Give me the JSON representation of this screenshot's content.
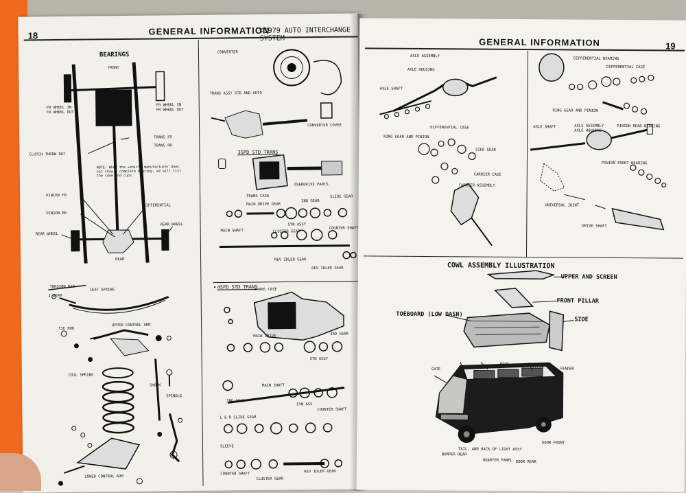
{
  "left_page": {
    "page_number": "18",
    "header": "GENERAL INFORMATION",
    "copyright": "©1979 AUTO INTERCHANGE SYSTEM",
    "bearings_diagram": {
      "title": "BEARINGS",
      "labels": {
        "front": "FRONT",
        "fr_wheel_in_left": "FR WHEEL IN",
        "fr_wheel_out_left": "FR WHEEL OUT",
        "fr_wheel_in_right": "FR WHEEL IN",
        "fr_wheel_out_right": "FR WHEEL OUT",
        "trans_fr": "TRANS FR",
        "trans_rr": "TRANS RR",
        "clutch_throw_out": "CLUTCH THROW OUT",
        "note": "NOTE: When the vehicle manufacturer does not show a complete bearing, we will list the cone and cups.",
        "pinion_fr": "PINION FR",
        "pinion_rr": "PINION RR",
        "differential": "DIFFERENTIAL",
        "rear_wheel_left": "REAR WHEEL",
        "rear_wheel_right": "REAR WHEEL",
        "rear": "REAR"
      }
    },
    "suspension_diagram": {
      "labels": {
        "torsion_bar": "TORSION BAR",
        "leaf_spring": "LEAF SPRING",
        "i_beam": "I BEAM",
        "upper_control_arm": "UPPER CONTROL ARM",
        "tie_rod": "TIE ROD",
        "coil_spring": "COIL SPRING",
        "shock": "SHOCK",
        "spindle": "SPINDLE",
        "lower_control_arm": "LOWER CONTROL ARM"
      }
    },
    "transmission_diagram": {
      "labels": {
        "converter": "CONVERTER",
        "trans_assy": "TRANS ASSY STD AND AUTO",
        "converter_cover": "CONVERTER COVER",
        "three_spd": "3SPD STD TRANS",
        "trans_case_1": "TRANS CASE",
        "overdrive_parts": "OVERDRIVE PARTS",
        "main_drive_gear": "MAIN DRIVE GEAR",
        "second_gear_1": "2ND GEAR",
        "slide_gear": "SLIDE GEAR",
        "syn_assy_1": "SYN ASSY",
        "main_shaft_1": "MAIN SHAFT",
        "cluster_gear_1": "CLUSTER GEAR",
        "counter_shaft_1": "COUNTER SHAFT",
        "rev_idler_gear_1": "REV IDLER GEAR",
        "rev_idler_gear_2": "REV IDLER GEAR",
        "four_spd": "4SPD STD TRANS",
        "trans_case_2": "TRANS CASE",
        "main_drive": "MAIN DRIVE",
        "third_gear": "3RD GEAR",
        "syn_assy_2": "SYN ASSY",
        "main_shaft_2": "MAIN SHAFT",
        "second_gear_2": "2ND GEAR",
        "syn_ass": "SYN ASS",
        "counter_shaft_2": "COUNTER SHAFT",
        "l_r_slide_gear": "L & R SLIDE GEAR",
        "sleeve": "SLEEVE",
        "counter_shaft_3": "COUNTER SHAFT",
        "cluster_gear_2": "CLUSTER GEAR",
        "rev_idler_gear_3": "REV IDLER GEAR"
      }
    }
  },
  "right_page": {
    "page_number": "19",
    "header": "GENERAL INFORMATION",
    "axle_left": {
      "labels": {
        "axle_assembly": "AXLE ASSEMBLY",
        "axle_housing": "AXLE HOUSING",
        "axle_shaft": "AXLE SHAFT",
        "differential_case": "DIFFERENTIAL CASE",
        "ring_gear_and_pinion": "RING GEAR AND PINION",
        "side_gear": "SIDE GEAR",
        "carrier_case": "CARRIER CASE",
        "carrier_assembly": "CARRIER ASSEMBLY"
      }
    },
    "axle_right": {
      "labels": {
        "differential_bearing": "DIFFERENTIAL BEARING",
        "differential_case": "DIFFERENTIAL CASE",
        "ring_gear_and_pinion": "RING GEAR AND PINION",
        "axle_shaft": "AXLE SHAFT",
        "axle_assembly": "AXLE ASSEMBLY",
        "axle_housing": "AXLE HOUSING",
        "pinion_rear_bearing": "PINION REAR BEARING",
        "pinion_front_bearing": "PINION FRONT BEARING",
        "universal_joint": "UNIVERSAL JOINT",
        "drive_shaft": "DRIVE SHAFT"
      }
    },
    "cowl": {
      "title": "COWL ASSEMBLY ILLUSTRATION",
      "labels": {
        "upper_and_screen": "UPPER AND SCREEN",
        "front_pillar": "FRONT PILLAR",
        "toeboard": "TOEBOARD (LOW DASH)",
        "side": "SIDE"
      }
    },
    "wagon": {
      "labels": {
        "gate": "GATE",
        "roof": "ROOF",
        "pillar": "PILLAR",
        "fender": "FENDER",
        "tail_gate": "TAIL, AND BACK OF LIGHT ASSY",
        "bumper_rear": "BUMPER REAR",
        "quarter_panel": "QUARTER PANEL",
        "door_rear": "DOOR REAR",
        "door_front": "DOOR FRONT"
      }
    }
  }
}
